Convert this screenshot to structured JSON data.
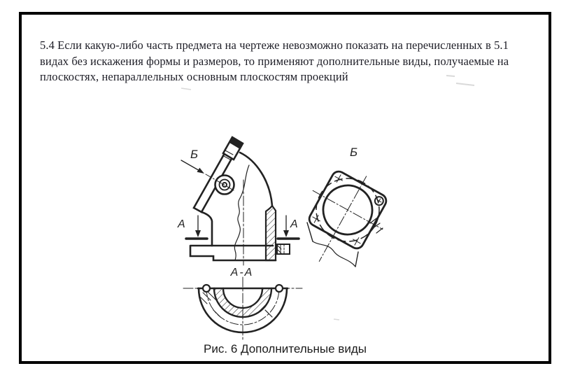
{
  "page": {
    "paragraph": "5.4 Если какую-либо часть предмета на чертеже невозможно показать на перечисленных в 5.1 видах без искажения формы и размеров, то применяют дополнительные виды, получаемые на плоскостях, непараллельных основным плоскостям проекций",
    "caption": "Рис. 6 Дополнительные виды"
  },
  "figure": {
    "labels": {
      "aux_view_arrow": "Б",
      "aux_view_title": "Б",
      "cut_left": "А",
      "cut_right": "А",
      "section_title": "А-А"
    },
    "colors": {
      "ink": "#222222",
      "frame": "#000000",
      "paper": "#ffffff",
      "text": "#1d1d26"
    }
  }
}
